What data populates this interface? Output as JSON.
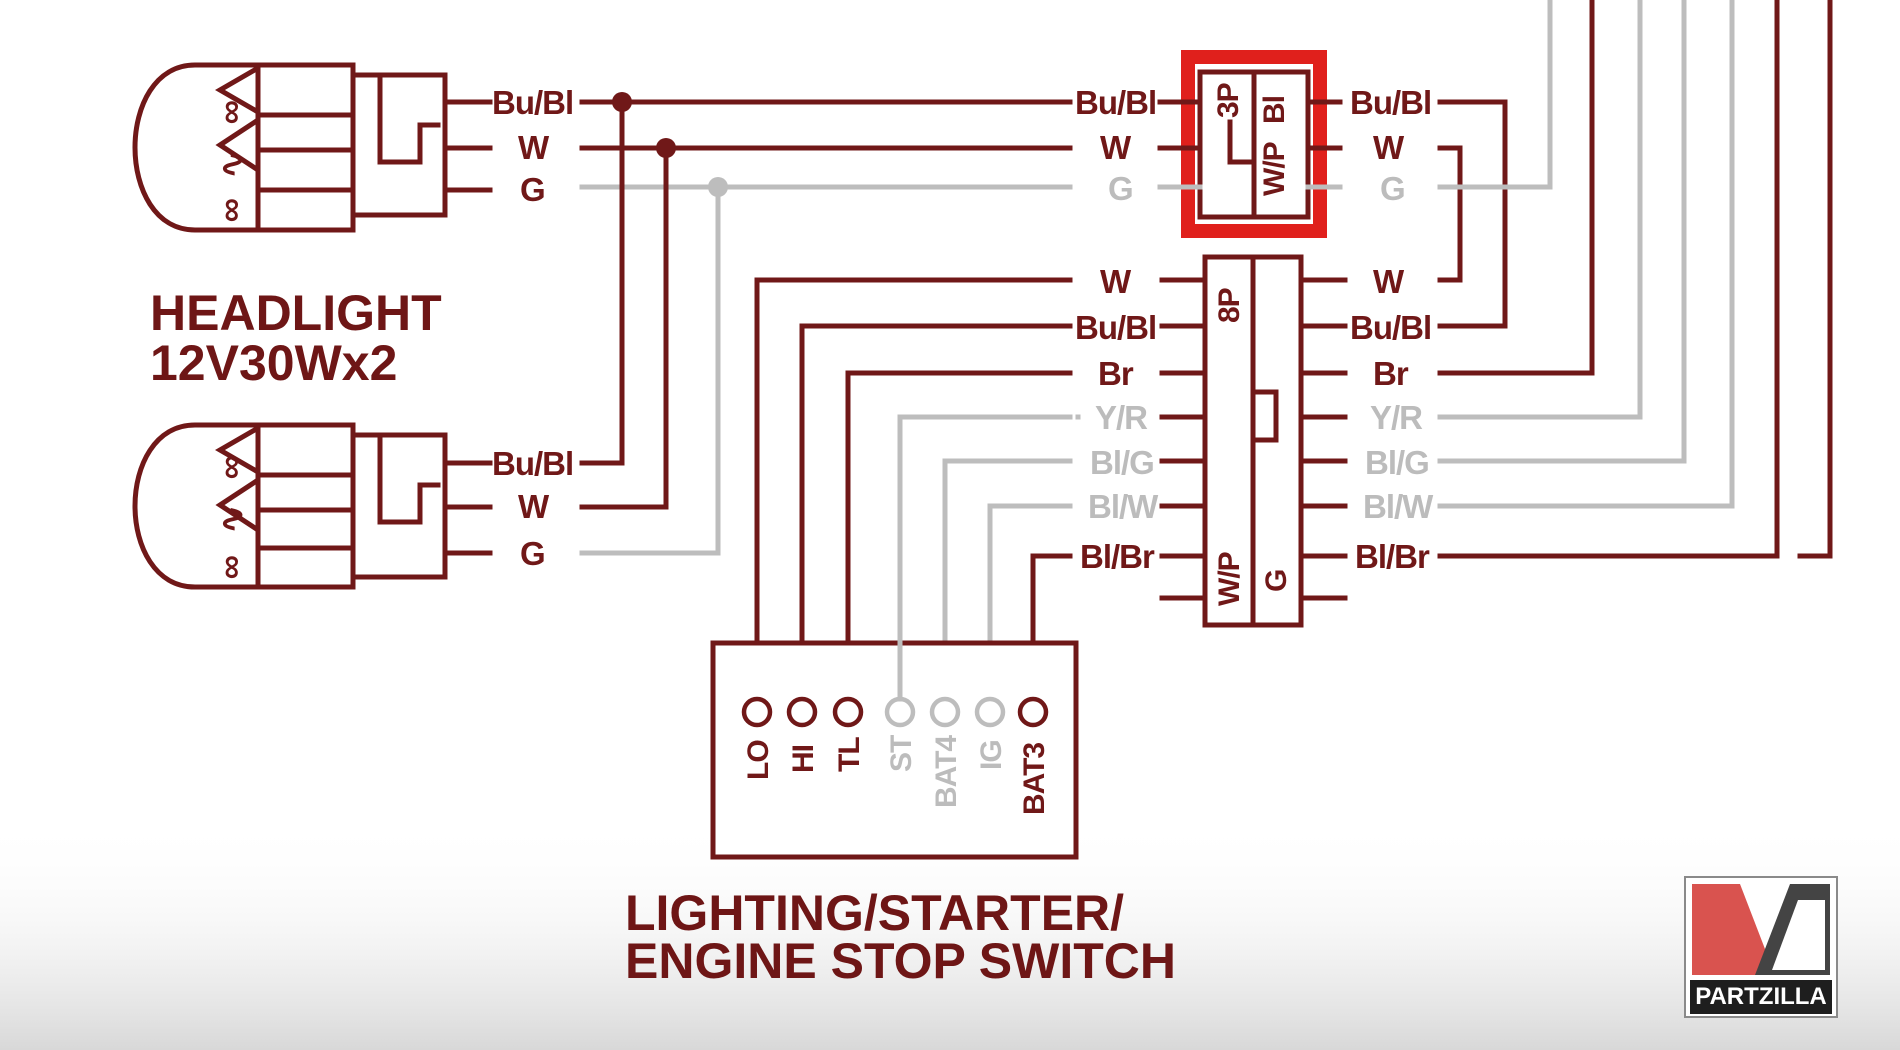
{
  "headlight": {
    "title_line1": "HEADLIGHT",
    "title_line2": "12V30Wx2",
    "upper_wires": [
      "Bu/Bl",
      "W",
      "G"
    ],
    "lower_wires": [
      "Bu/Bl",
      "W",
      "G"
    ]
  },
  "connector_3p": {
    "code": "3P",
    "colors_a": "W/P",
    "colors_b": "Bl",
    "left_wires": [
      "Bu/Bl",
      "W",
      "G"
    ],
    "right_wires": [
      "Bu/Bl",
      "W",
      "G"
    ]
  },
  "connector_8p": {
    "code": "8P",
    "colors_a": "W/P",
    "colors_b": "G",
    "left_wires": [
      "W",
      "Bu/Bl",
      "Br",
      "Y/R",
      "Bl/G",
      "Bl/W",
      "Bl/Br"
    ],
    "right_wires": [
      "W",
      "Bu/Bl",
      "Br",
      "Y/R",
      "Bl/G",
      "Bl/W",
      "Bl/Br"
    ]
  },
  "switch": {
    "title_line1": "LIGHTING/STARTER/",
    "title_line2": "ENGINE STOP SWITCH",
    "terminals": [
      "LO",
      "HI",
      "TL",
      "ST",
      "BAT4",
      "IG",
      "BAT3"
    ]
  },
  "logo": {
    "text": "PARTZILLA",
    "accent": "#d9534f"
  },
  "colors": {
    "wire": "#701818",
    "dim_wire": "#bdbdbd",
    "highlight": "#e0201c"
  }
}
